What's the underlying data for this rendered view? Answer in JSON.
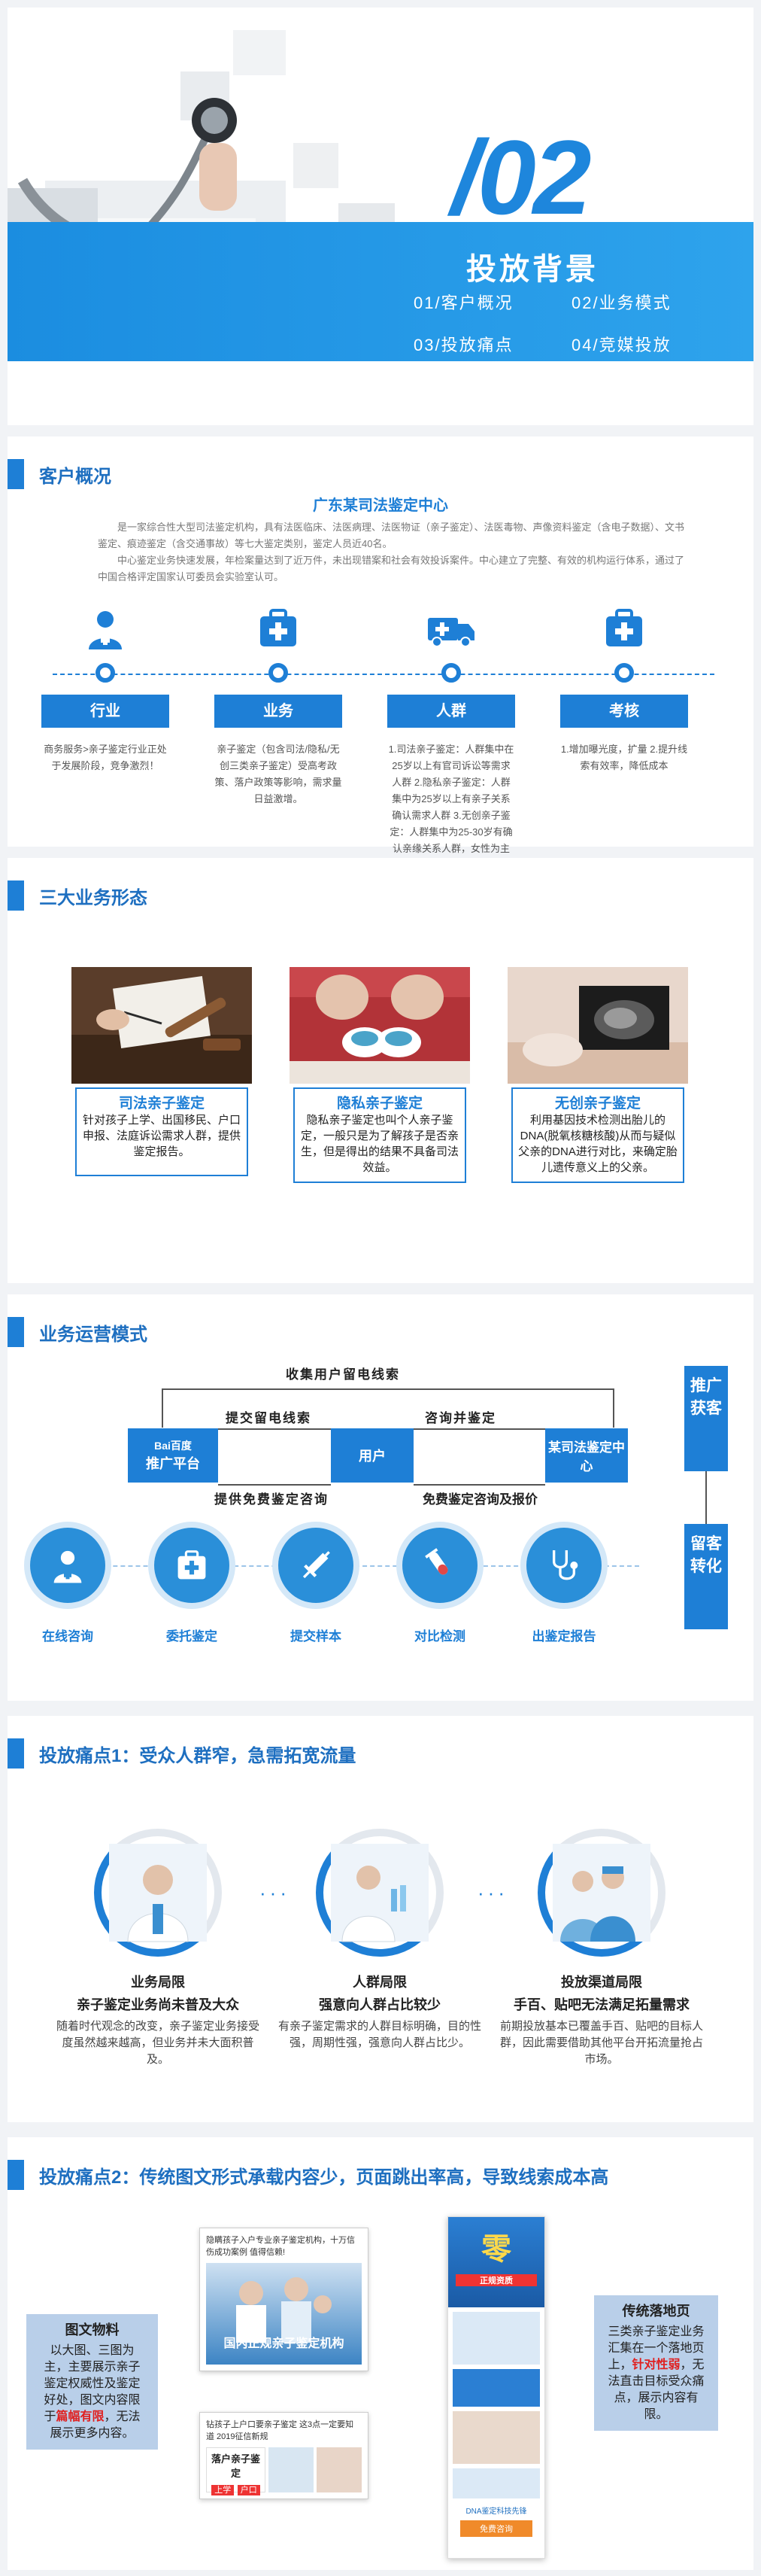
{
  "cover": {
    "number": "/02",
    "title": "投放背景",
    "menu": [
      "01/客户概况",
      "02/业务模式",
      "03/投放痛点",
      "04/竞媒投放"
    ]
  },
  "overview": {
    "section_title": "客户概况",
    "org_name": "广东某司法鉴定中心",
    "desc1": "是一家综合性大型司法鉴定机构，具有法医临床、法医病理、法医物证（亲子鉴定）、法医毒物、声像资料鉴定（含电子数据）、文书鉴定、痕迹鉴定（含交通事故）等七大鉴定类别，鉴定人员近40名。",
    "desc2": "中心鉴定业务快速发展，年检案量达到了近万件，未出现错案和社会有效投诉案件。中心建立了完整、有效的机构运行体系，通过了中国合格评定国家认可委员会实验室认可。",
    "columns": [
      {
        "label": "行业",
        "text": "商务服务>亲子鉴定行业正处于发展阶段，竞争激烈！"
      },
      {
        "label": "业务",
        "text": "亲子鉴定（包含司法/隐私/无创三类亲子鉴定）受高考政策、落户政策等影响，需求量日益激增。"
      },
      {
        "label": "人群",
        "text": "1.司法亲子鉴定：人群集中在25岁以上有官司诉讼等需求人群 2.隐私亲子鉴定：人群集中为25岁以上有亲子关系确认需求人群 3.无创亲子鉴定：人群集中为25-30岁有确认亲缘关系人群，女性为主"
      },
      {
        "label": "考核",
        "text": "1.增加曝光度，扩量 2.提升线索有效率，降低成本"
      }
    ]
  },
  "business": {
    "section_title": "三大业务形态",
    "cards": [
      {
        "name": "司法亲子鉴定",
        "text": "针对孩子上学、出国移民、户口申报、法庭诉讼需求人群，提供鉴定报告。"
      },
      {
        "name": "隐私亲子鉴定",
        "text": "隐私亲子鉴定也叫个人亲子鉴定，一般只是为了解孩子是否亲生，但是得出的结果不具备司法效益。"
      },
      {
        "name": "无创亲子鉴定",
        "text": "利用基因技术检测出胎儿的DNA(脱氧核糖核酸)从而与疑似父亲的DNA进行对比，来确定胎儿遗传意义上的父亲。"
      }
    ]
  },
  "operation": {
    "section_title": "业务运营模式",
    "top_flow": "收集用户留电线索",
    "platform_brand": "Bai百度",
    "platform": "推广平台",
    "user": "用户",
    "center": "某司法鉴定中心",
    "flow_phone": "提交留电线索",
    "flow_consult": "咨询并鉴定",
    "flow_free": "提供免费鉴定咨询",
    "flow_report": "免费鉴定咨询及报价",
    "side_top": "推广获客",
    "side_bottom": "留客转化",
    "steps": [
      "在线咨询",
      "委托鉴定",
      "提交样本",
      "对比检测",
      "出鉴定报告"
    ]
  },
  "pain1": {
    "section_title": "投放痛点1：受众人群窄，急需拓宽流量",
    "cols": [
      {
        "title": "业务局限",
        "sub": "亲子鉴定业务尚未普及大众",
        "text": "随着时代观念的改变，亲子鉴定业务接受度虽然越来越高，但业务并未大面积普及。"
      },
      {
        "title": "人群局限",
        "sub": "强意向人群占比较少",
        "text": "有亲子鉴定需求的人群目标明确，目的性强，周期性强，强意向人群占比少。"
      },
      {
        "title": "投放渠道局限",
        "sub": "手百、贴吧无法满足拓量需求",
        "text": "前期投放基本已覆盖手百、贴吧的目标人群，因此需要借助其他平台开拓流量抢占市场。"
      }
    ]
  },
  "pain2": {
    "section_title": "投放痛点2：传统图文形式承载内容少，页面跳出率高，导致线索成本高",
    "left_title": "图文物料",
    "left_text_pre": "以大图、三图为主，主要展示亲子鉴定权威性及鉴定好处，图文内容限于",
    "left_highlight": "篇幅有限",
    "left_text_post": "，无法展示更多内容。",
    "right_title": "传统落地页",
    "right_text_pre": "三类亲子鉴定业务汇集在一个落地页上，",
    "right_highlight": "针对性弱",
    "right_text_post": "，无法直击目标受众痛点，展示内容有限。",
    "ad1_caption": "隐瞒孩子入户专业亲子鉴定机构，十万信伤成功案例 值得信赖!",
    "ad1_banner": "国内正规亲子鉴定机构",
    "ad2_caption": "钻孩子上户口要亲子鉴定 这3点一定要知道 2019征信新规",
    "ad2_banner": "落户亲子鉴定",
    "ad2_tag1": "上学",
    "ad2_tag2": "户口",
    "phone_head": "零",
    "phone_tag": "正规资质",
    "phone_dna": "DNA鉴定科技先锋",
    "phone_cta": "免费咨询"
  }
}
